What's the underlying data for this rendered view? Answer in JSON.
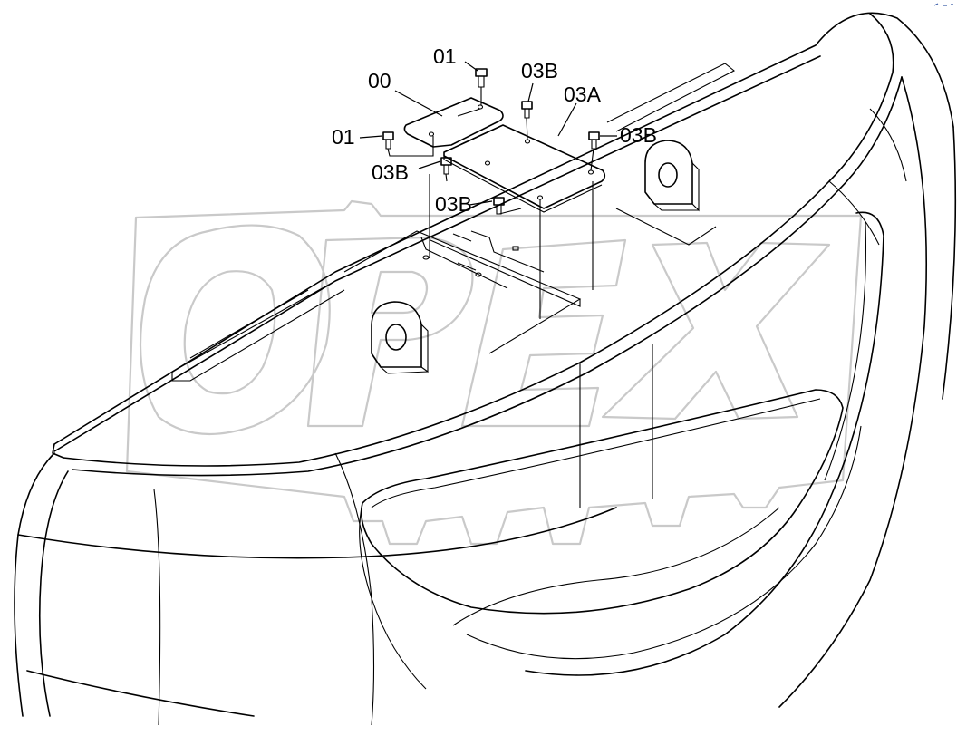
{
  "diagram": {
    "watermark": "OPEX",
    "labels": {
      "l_00": "00",
      "l_01_top": "01",
      "l_01_left": "01",
      "l_03a": "03A",
      "l_03b_top": "03B",
      "l_03b_right": "03B",
      "l_03b_mid": "03B",
      "l_03b_low": "03B"
    }
  }
}
